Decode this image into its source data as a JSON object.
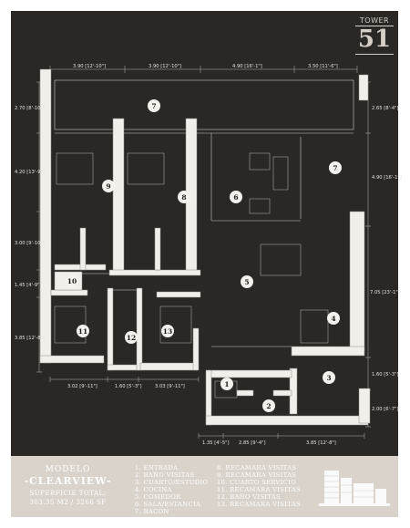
{
  "brand": {
    "top": "TOWER",
    "number": "51"
  },
  "dimensions": {
    "top": [
      "3.90 [12'-10\"]",
      "3.90 [12'-10\"]",
      "4.90 [16'-1\"]",
      "3.50 [11'-6\"]"
    ],
    "left": [
      "2.70 [8'-10\"]",
      "4.20 [13'-9\"]",
      "3.00 [9'-10\"]",
      "1.45 [4'-9\"]",
      "3.85 [12'-8\"]"
    ],
    "right": [
      "2.65 [8'-4\"]",
      "4.90 [16'-1\"]",
      "7.05 [23'-1\"]",
      "1.60 [5'-3\"]",
      "2.00 [6'-7\"]"
    ],
    "bottom_left": [
      "3.02 [9'-11\"]",
      "1.60 [5'-3\"]",
      "3.03 [9'-11\"]"
    ],
    "bottom_right": [
      "1.35 [4'-5\"]",
      "2.85 [9'-4\"]",
      "3.85 [12'-8\"]"
    ]
  },
  "room_numbers": [
    "1",
    "2",
    "3",
    "4",
    "5",
    "6",
    "7",
    "7",
    "8",
    "9",
    "10",
    "11",
    "12",
    "13"
  ],
  "footer": {
    "model_title": "MODELO",
    "model_name": "-CLEARVIEW-",
    "surface_label": "SUPERFICIE TOTAL:",
    "surface_value": "303.35 M2 / 3266 SF",
    "legend": [
      "1. ENTRADA",
      "2. BAÑO VISITAS",
      "3. CUARTO/ESTUDIO",
      "4. COCINA",
      "5. COMEDOR",
      "6. SALA/ESTANCIA",
      "7. BACON",
      "8. RECAMARA VISITAS",
      "9. RECAMARA VISITAS",
      "10. CUARTO SERVICIO",
      "11. RECAMARA VISITAS",
      "12. BAÑO VISITAS",
      "13. RECAMARA VISITAS"
    ]
  },
  "colors": {
    "background": "#2a2725",
    "wall": "#f2efea",
    "footer": "#d9d3cc"
  }
}
